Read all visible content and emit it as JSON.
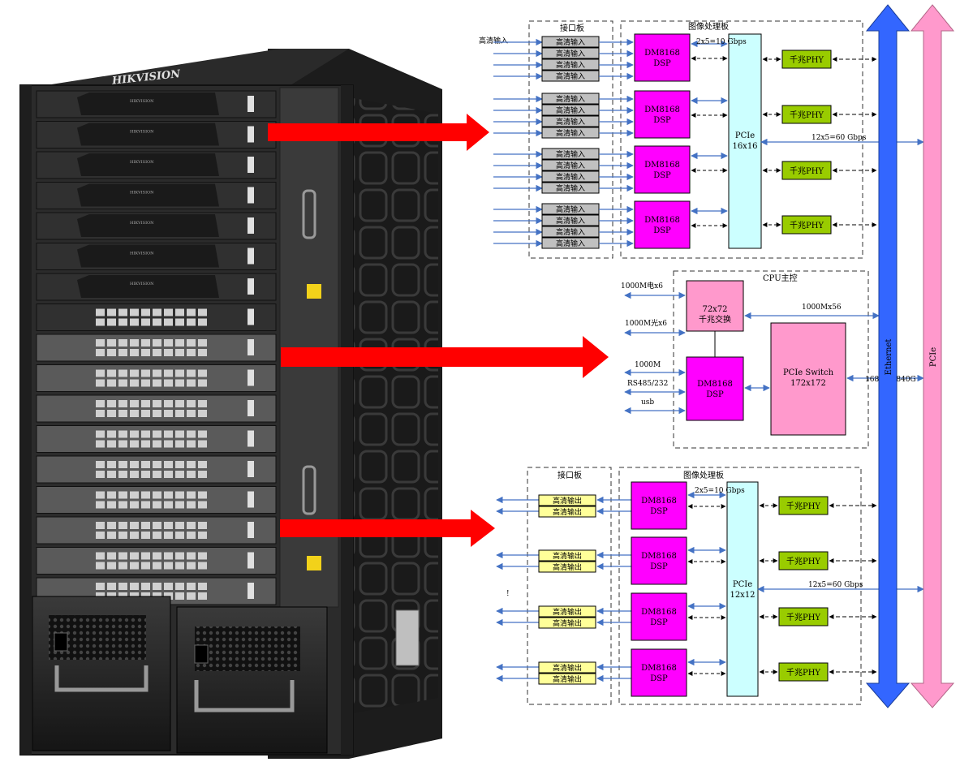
{
  "device": {
    "brand": "HIKVISION",
    "slot_brand": "HIKVISION",
    "card_count": 17
  },
  "input_section": {
    "interface_board_label": "接口板",
    "image_board_label": "图像处理板",
    "hd_input_label": "高清输入",
    "hd_input_cell": "高清输入",
    "dsp_label_1": "DM8168",
    "dsp_label_2": "DSP",
    "dsp_link_label": "2x5=10 Gbps",
    "pcie_label_1": "PCIe",
    "pcie_label_2": "16x16",
    "phy_label": "千兆PHY",
    "uplink_label": "12x5=60 Gbps"
  },
  "cpu_section": {
    "title": "CPU主控",
    "switch_label_1": "72x72",
    "switch_label_2": "千兆交换",
    "left_ports": [
      "1000M电x6",
      "1000M光x6",
      "1000M",
      "RS485/232",
      "usb"
    ],
    "dsp_label_1": "DM8168",
    "dsp_label_2": "DSP",
    "pcie_switch_1": "PCIe Switch",
    "pcie_switch_2": "172x172",
    "eth_link_label": "1000Mx56",
    "pcie_link_label": "168x5 =840G"
  },
  "output_section": {
    "interface_board_label": "接口板",
    "image_board_label": "图像处理板",
    "hd_output_cell": "高清输出",
    "dsp_label_1": "DM8168",
    "dsp_label_2": "DSP",
    "dsp_link_label": "2x5=10 Gbps",
    "pcie_label_1": "PCIe",
    "pcie_label_2": "12x12",
    "phy_label": "千兆PHY",
    "uplink_label": "12x5=60 Gbps",
    "stray_mark": "!"
  },
  "buses": {
    "ethernet_label": "Ethernet",
    "pcie_label": "PCIe"
  },
  "colors": {
    "dsp": "#ff00ff",
    "pcie": "#ccffff",
    "phy": "#99cc00",
    "hd_input": "#c0c0c0",
    "hd_output": "#ffff99",
    "switch": "#ff99cc",
    "ethernet_bus": "#3366ff",
    "pcie_bus": "#ff99cc",
    "link_arrow": "#4472c4",
    "red_arrow": "#ff0000"
  }
}
